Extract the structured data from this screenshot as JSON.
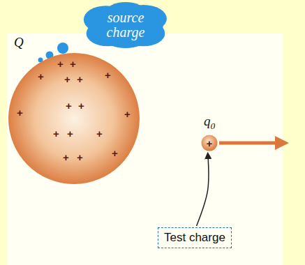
{
  "diagram": {
    "nodes": [
      {
        "text": [
          "source charge"
        ]
      },
      {
        "text": [
          "Q",
          "+",
          "+",
          "+",
          "+",
          "+",
          "+",
          "+",
          "+",
          "+",
          "+",
          "+",
          "+",
          "+",
          "+",
          "+",
          "+"
        ]
      },
      {
        "text": [
          "q0",
          "+"
        ]
      },
      {
        "text": [
          "Test charge"
        ]
      }
    ],
    "edges": [
      {
        "from": 3,
        "to": 2,
        "arrow": "to"
      }
    ]
  }
}
